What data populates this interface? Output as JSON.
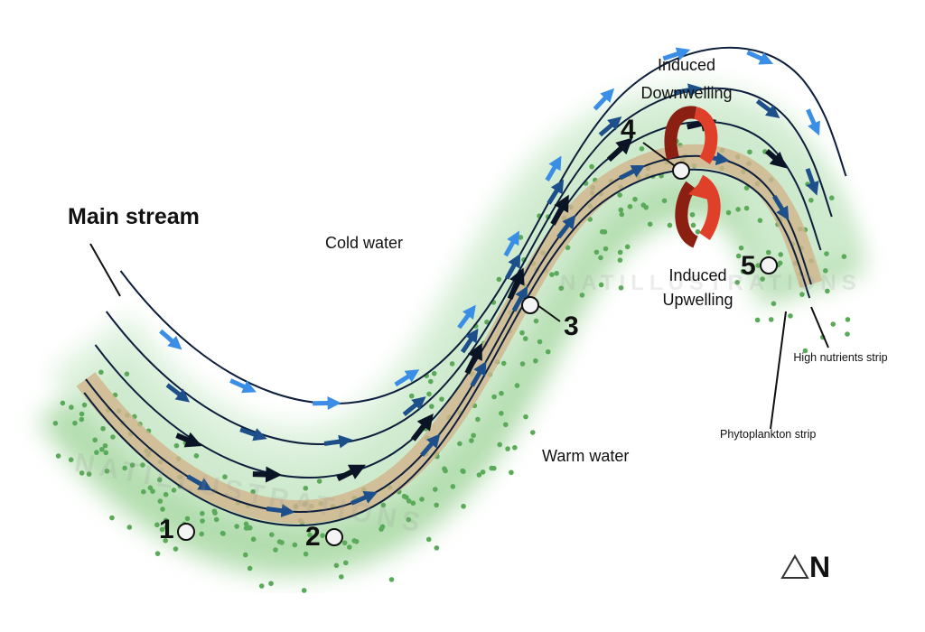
{
  "labels": {
    "main_stream": "Main stream",
    "cold_water": "Cold water",
    "warm_water": "Warm water",
    "induced_downwelling": "Induced Downwelling",
    "induced_upwelling": "Induced Upwelling",
    "high_nutrients_strip": "High nutrients strip",
    "phytoplankton_strip": "Phytoplankton strip",
    "north": "N"
  },
  "points": [
    "1",
    "2",
    "3",
    "4",
    "5"
  ],
  "watermark": "NATILLUSTRATIONS",
  "colors": {
    "line": "#0d1f3c",
    "green": "#5aaa5a",
    "tan": "#d2b48c",
    "red": "#e0402a",
    "arrow_light": "#3a8ee6",
    "arrow_mid": "#1d4f8a",
    "arrow_dark": "#0a1424"
  }
}
